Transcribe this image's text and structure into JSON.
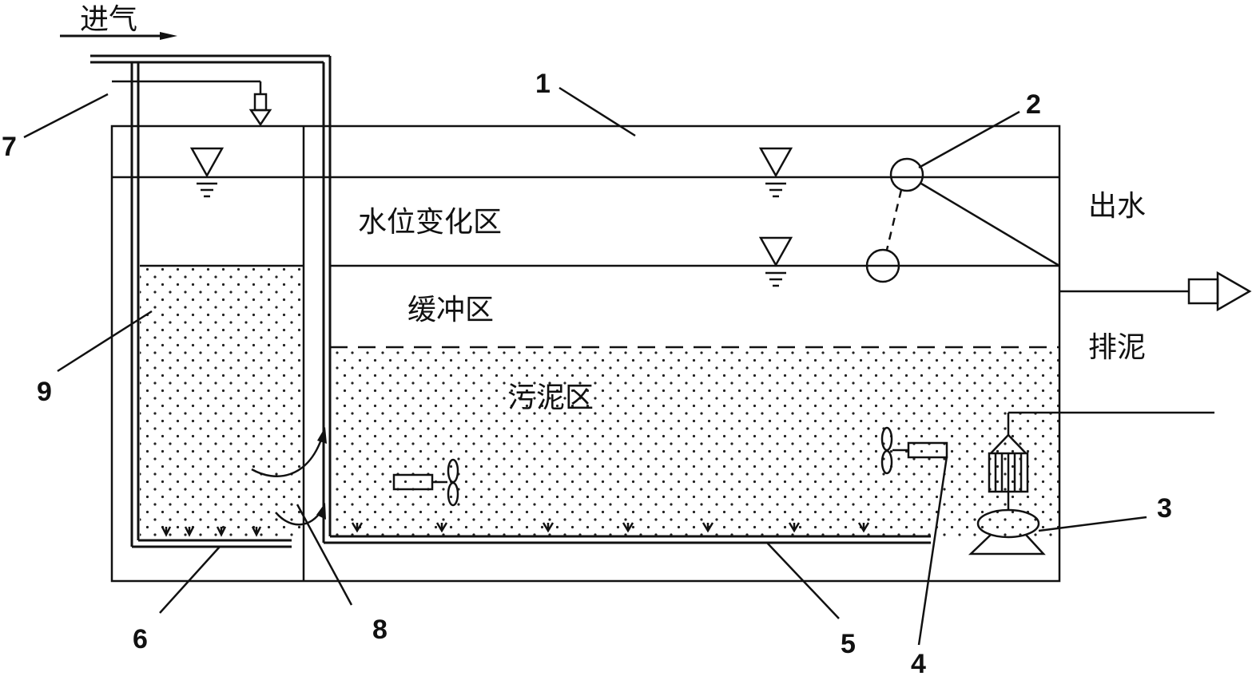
{
  "labels": {
    "air_inlet": "进气",
    "water_level_zone": "水位变化区",
    "buffer_zone": "缓冲区",
    "sludge_zone": "污泥区",
    "effluent": "出水",
    "sludge_discharge": "排泥"
  },
  "component_numbers": {
    "n1": "1",
    "n2": "2",
    "n3": "3",
    "n4": "4",
    "n5": "5",
    "n6": "6",
    "n7": "7",
    "n8": "8",
    "n9": "9"
  },
  "colors": {
    "stroke": "#111111",
    "background": "#ffffff",
    "dots": "#222222"
  }
}
